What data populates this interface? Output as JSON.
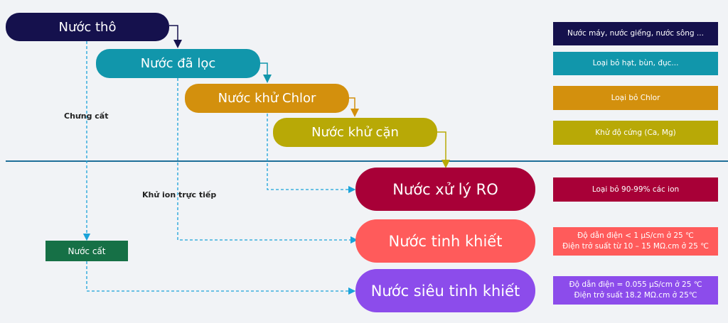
{
  "colors": {
    "raw": "#15114d",
    "filtered": "#1196ab",
    "dechlor": "#d3900d",
    "softened": "#b8a906",
    "ro": "#a80037",
    "pure": "#ff5b5b",
    "ultrapure": "#8c4ceb",
    "distilled": "#167046",
    "divider": "#1f6f99"
  },
  "stages": {
    "raw": "Nước thô",
    "filtered": "Nước đã lọc",
    "dechlor": "Nước khử Chlor",
    "softened": "Nước khử cặn",
    "ro": "Nước xử lý RO",
    "pure": "Nước tinh khiết",
    "ultrapure": "Nước siêu tinh khiết",
    "distilled": "Nước cất"
  },
  "labels": {
    "distillation": "Chưng cất",
    "direct_deionization": "Khử ion trực tiếp"
  },
  "descriptions": {
    "raw": "Nước máy, nước giếng, nước sông ...",
    "filtered": "Loại bỏ hạt, bùn, đục...",
    "dechlor": "Loại bỏ Chlor",
    "softened": "Khử độ cứng (Ca, Mg)",
    "ro": "Loại bỏ 90-99% các ion",
    "pure_line1": "Độ dẫn điện < 1 µS/cm ở 25 ℃",
    "pure_line2": "Điện trở suất từ 10 – 15 MΩ.cm ở 25 ℃",
    "ultrapure_line1": "Độ dẫn điện = 0.055 µS/cm ở 25 ℃",
    "ultrapure_line2": "Điện trở suất 18.2 MΩ.cm ở 25℃"
  }
}
